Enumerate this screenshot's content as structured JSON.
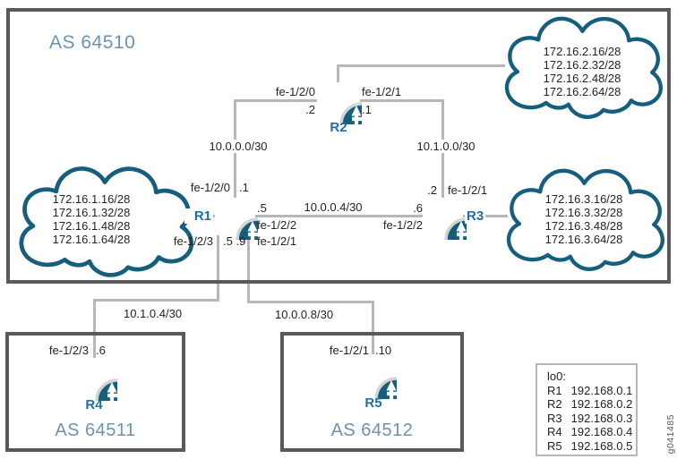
{
  "figure_id": "g041485",
  "as_domains": {
    "as64510": {
      "label": "AS 64510"
    },
    "as64511": {
      "label": "AS 64511"
    },
    "as64512": {
      "label": "AS 64512"
    }
  },
  "routers": {
    "r1": "R1",
    "r2": "R2",
    "r3": "R3",
    "r4": "R4",
    "r5": "R5"
  },
  "clouds": {
    "cloud1": {
      "subnets": [
        "172.16.1.16/28",
        "172.16.1.32/28",
        "172.16.1.48/28",
        "172.16.1.64/28"
      ]
    },
    "cloud2": {
      "subnets": [
        "172.16.2.16/28",
        "172.16.2.32/28",
        "172.16.2.48/28",
        "172.16.2.64/28"
      ]
    },
    "cloud3": {
      "subnets": [
        "172.16.3.16/28",
        "172.16.3.32/28",
        "172.16.3.48/28",
        "172.16.3.64/28"
      ]
    }
  },
  "subnets": {
    "r1_r2": "10.0.0.0/30",
    "r2_r3": "10.1.0.0/30",
    "r1_r3": "10.0.0.4/30",
    "r1_r4": "10.1.0.4/30",
    "r1_r5": "10.0.0.8/30"
  },
  "interfaces": {
    "r2_left_if": "fe-1/2/0",
    "r2_left_addr": ".2",
    "r2_right_if": "fe-1/2/1",
    "r2_right_addr": ".1",
    "r1_top_if": "fe-1/2/0",
    "r1_top_addr": ".1",
    "r1_right_addr": ".5",
    "r1_right_if": "fe-1/2/2",
    "r1_bottom_left_if": "fe-1/2/3",
    "r1_bottom_addrs": ".5 .9",
    "r1_bottom_right_if": "fe-1/2/1",
    "r3_top_addr": ".2",
    "r3_top_if": "fe-1/2/1",
    "r3_left_addr": ".6",
    "r3_left_if": "fe-1/2/2",
    "r4_if": "fe-1/2/3",
    "r4_addr": ".6",
    "r5_if": "fe-1/2/1",
    "r5_addr": ".10"
  },
  "legend": {
    "title": "lo0:",
    "rows": [
      {
        "name": "R1",
        "address": "192.168.0.1"
      },
      {
        "name": "R2",
        "address": "192.168.0.2"
      },
      {
        "name": "R3",
        "address": "192.168.0.3"
      },
      {
        "name": "R4",
        "address": "192.168.0.4"
      },
      {
        "name": "R5",
        "address": "192.168.0.5"
      }
    ]
  }
}
